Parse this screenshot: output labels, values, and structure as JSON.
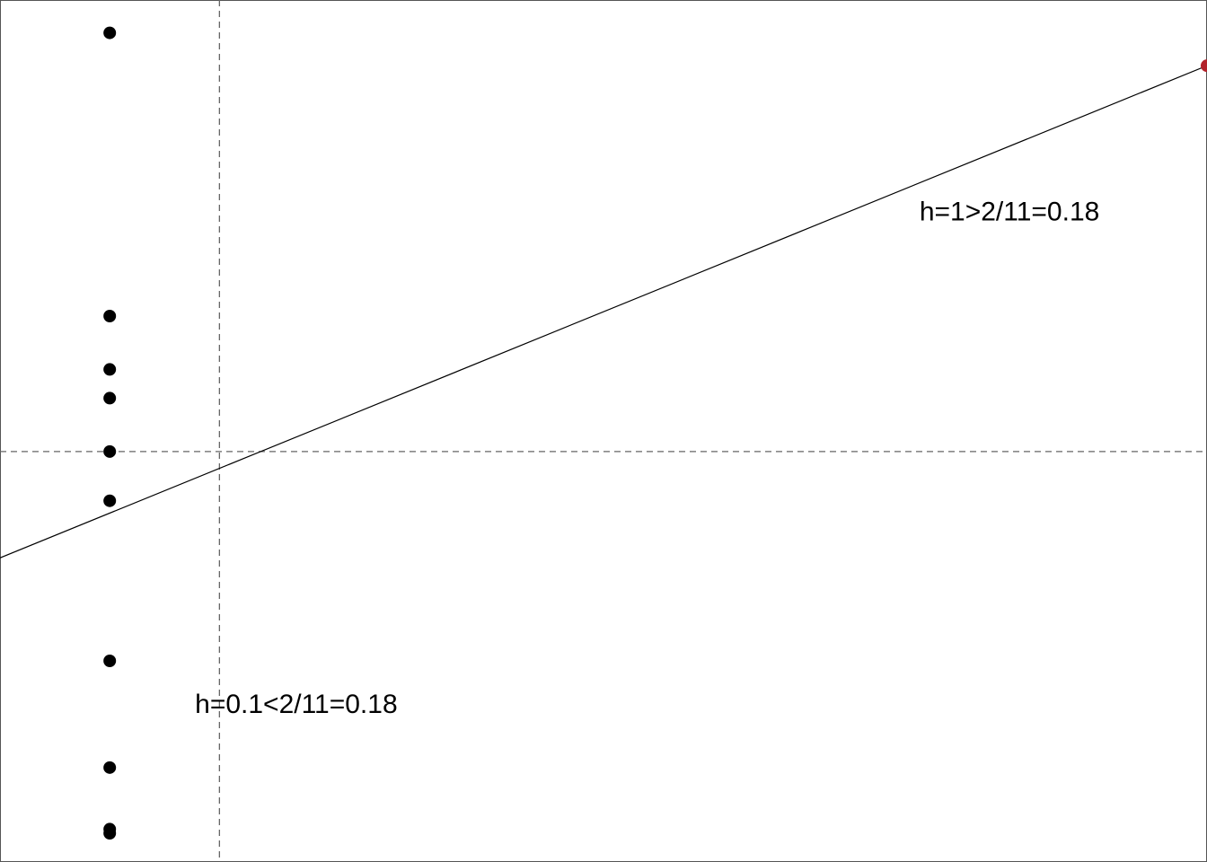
{
  "chart_data": {
    "type": "scatter",
    "title": "",
    "xlabel": "",
    "ylabel": "",
    "xlim": [
      -0.1,
      1.0
    ],
    "ylim": [
      -5.0,
      5.5
    ],
    "grid": false,
    "series": [
      {
        "x": [
          0.0,
          0.0,
          0.0,
          0.0,
          0.0,
          0.0,
          0.0,
          0.0,
          0.0,
          0.0
        ],
        "y": [
          5.1,
          1.65,
          1.0,
          0.65,
          0.0,
          -0.6,
          -2.55,
          -3.85,
          -4.6,
          -4.65
        ],
        "color": "#000000"
      },
      {
        "x": [
          1.0
        ],
        "y": [
          4.7
        ],
        "color": "#b2222a"
      }
    ],
    "fit_line": {
      "intercept": -0.75,
      "slope": 5.45,
      "color": "#000000"
    },
    "reference_lines": {
      "vertical_x": 0.1,
      "horizontal_y": 0.0,
      "style": "dashed",
      "color": "#666666"
    },
    "annotations": [
      {
        "text": "h=1>2/11=0.18",
        "x": 0.82,
        "y": 2.9
      },
      {
        "text": "h=0.1<2/11=0.18",
        "x": 0.17,
        "y": -3.1
      }
    ]
  }
}
